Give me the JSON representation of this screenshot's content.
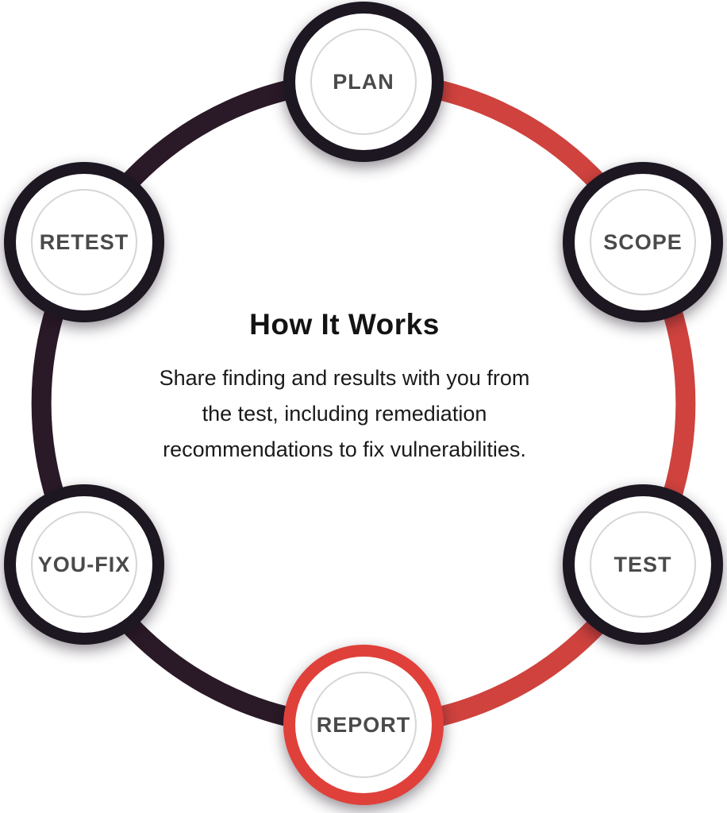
{
  "center": {
    "title": "How It Works",
    "description_lines": [
      "Share finding and results with you from",
      "the test, including remediation",
      "recommendations to fix vulnerabilities."
    ]
  },
  "steps": [
    {
      "label": "PLAN",
      "position": "top",
      "ring": "dark"
    },
    {
      "label": "SCOPE",
      "position": "upper-right",
      "ring": "dark"
    },
    {
      "label": "TEST",
      "position": "lower-right",
      "ring": "dark"
    },
    {
      "label": "REPORT",
      "position": "bottom",
      "ring": "red-highlight"
    },
    {
      "label": "YOU-FIX",
      "position": "lower-left",
      "ring": "dark"
    },
    {
      "label": "RETEST",
      "position": "upper-left",
      "ring": "dark"
    }
  ],
  "colors": {
    "arc_red": "#cf423d",
    "arc_dark": "#2a1927",
    "node_ring_dark": "#1d1722",
    "node_ring_highlight": "#e0403a",
    "node_fill": "#ffffff",
    "inner_circle_stroke": "#d6d6d6",
    "label_color": "#4a4a4c",
    "title_color": "#131313",
    "text_color": "#1a1a1a",
    "background": "#ffffff"
  }
}
